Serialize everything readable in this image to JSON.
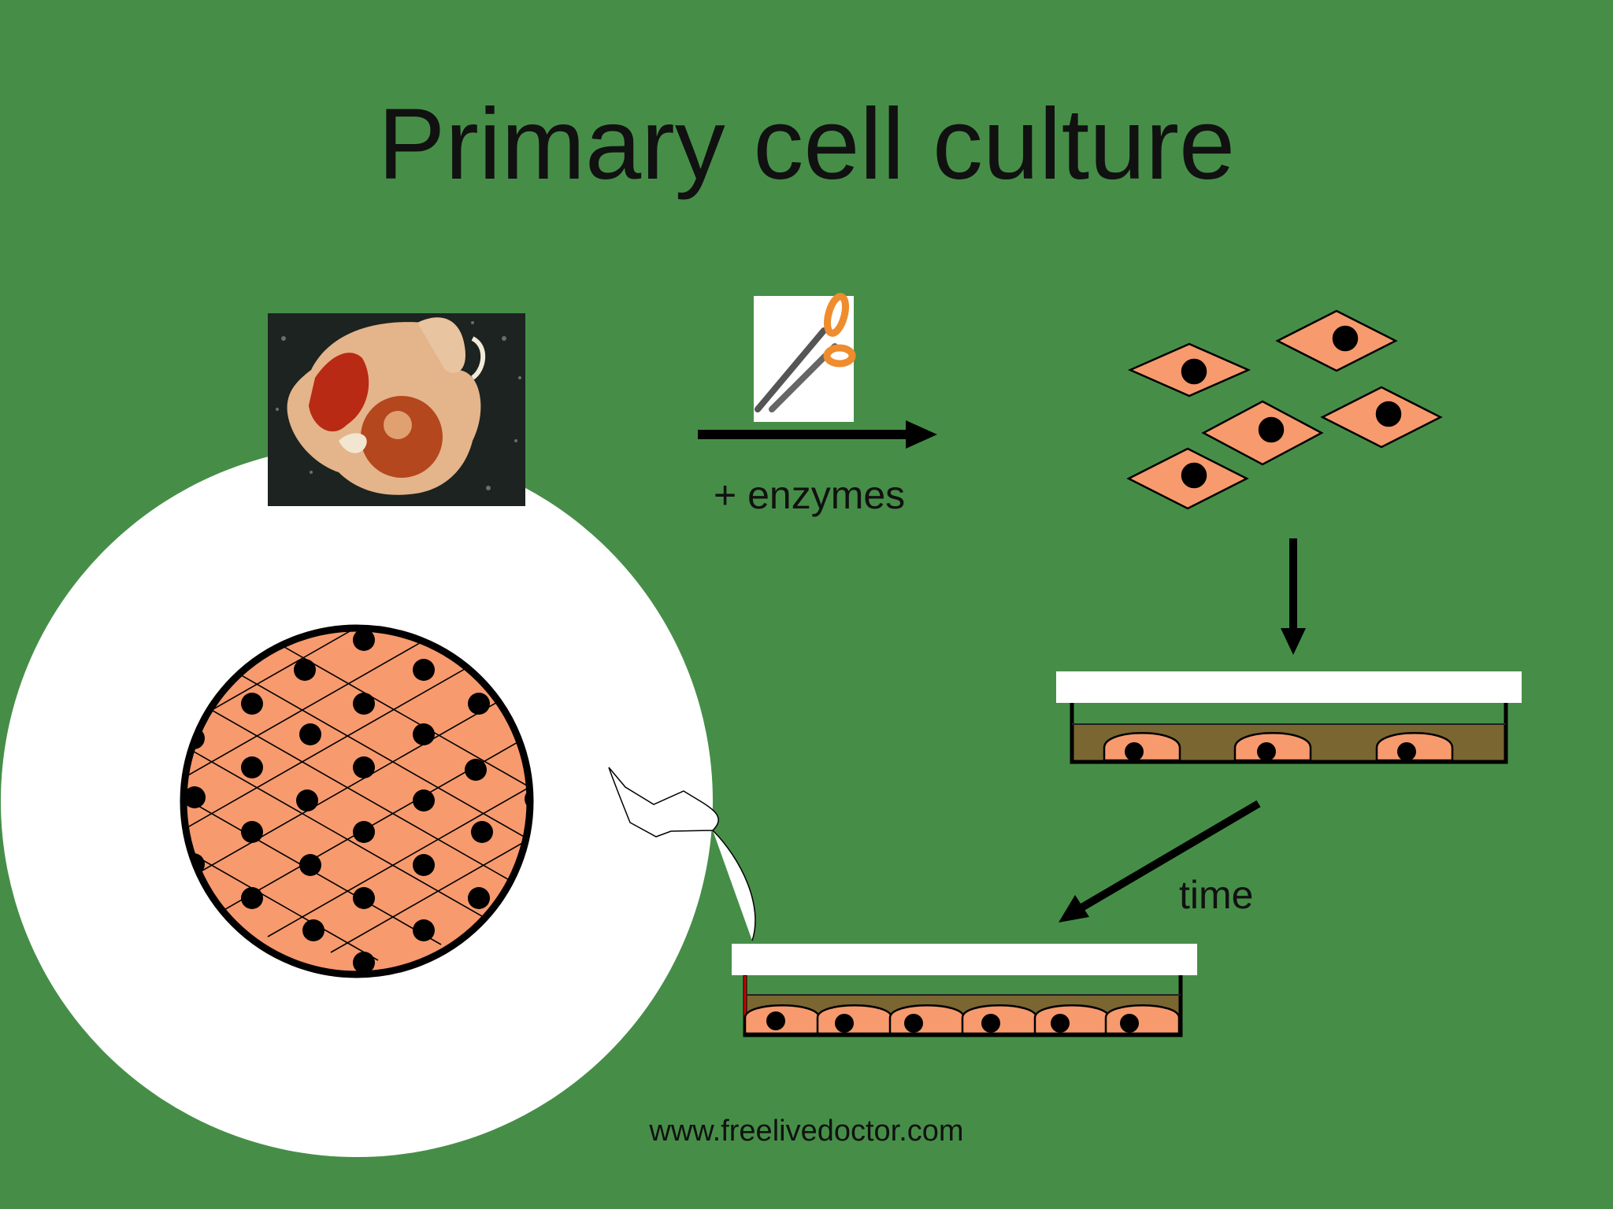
{
  "slide": {
    "title": "Primary cell culture",
    "enzymes_label": "+ enzymes",
    "time_label": "time",
    "website": "www.freelivedoctor.com"
  },
  "colors": {
    "background": "#468e48",
    "cell": "#f79a6e",
    "medium": "#7a6631",
    "dish_lid": "#ffffff",
    "nucleus": "#000000"
  },
  "icons": {
    "tissue": "embryo-photo",
    "cutting": "scissors-icon"
  }
}
